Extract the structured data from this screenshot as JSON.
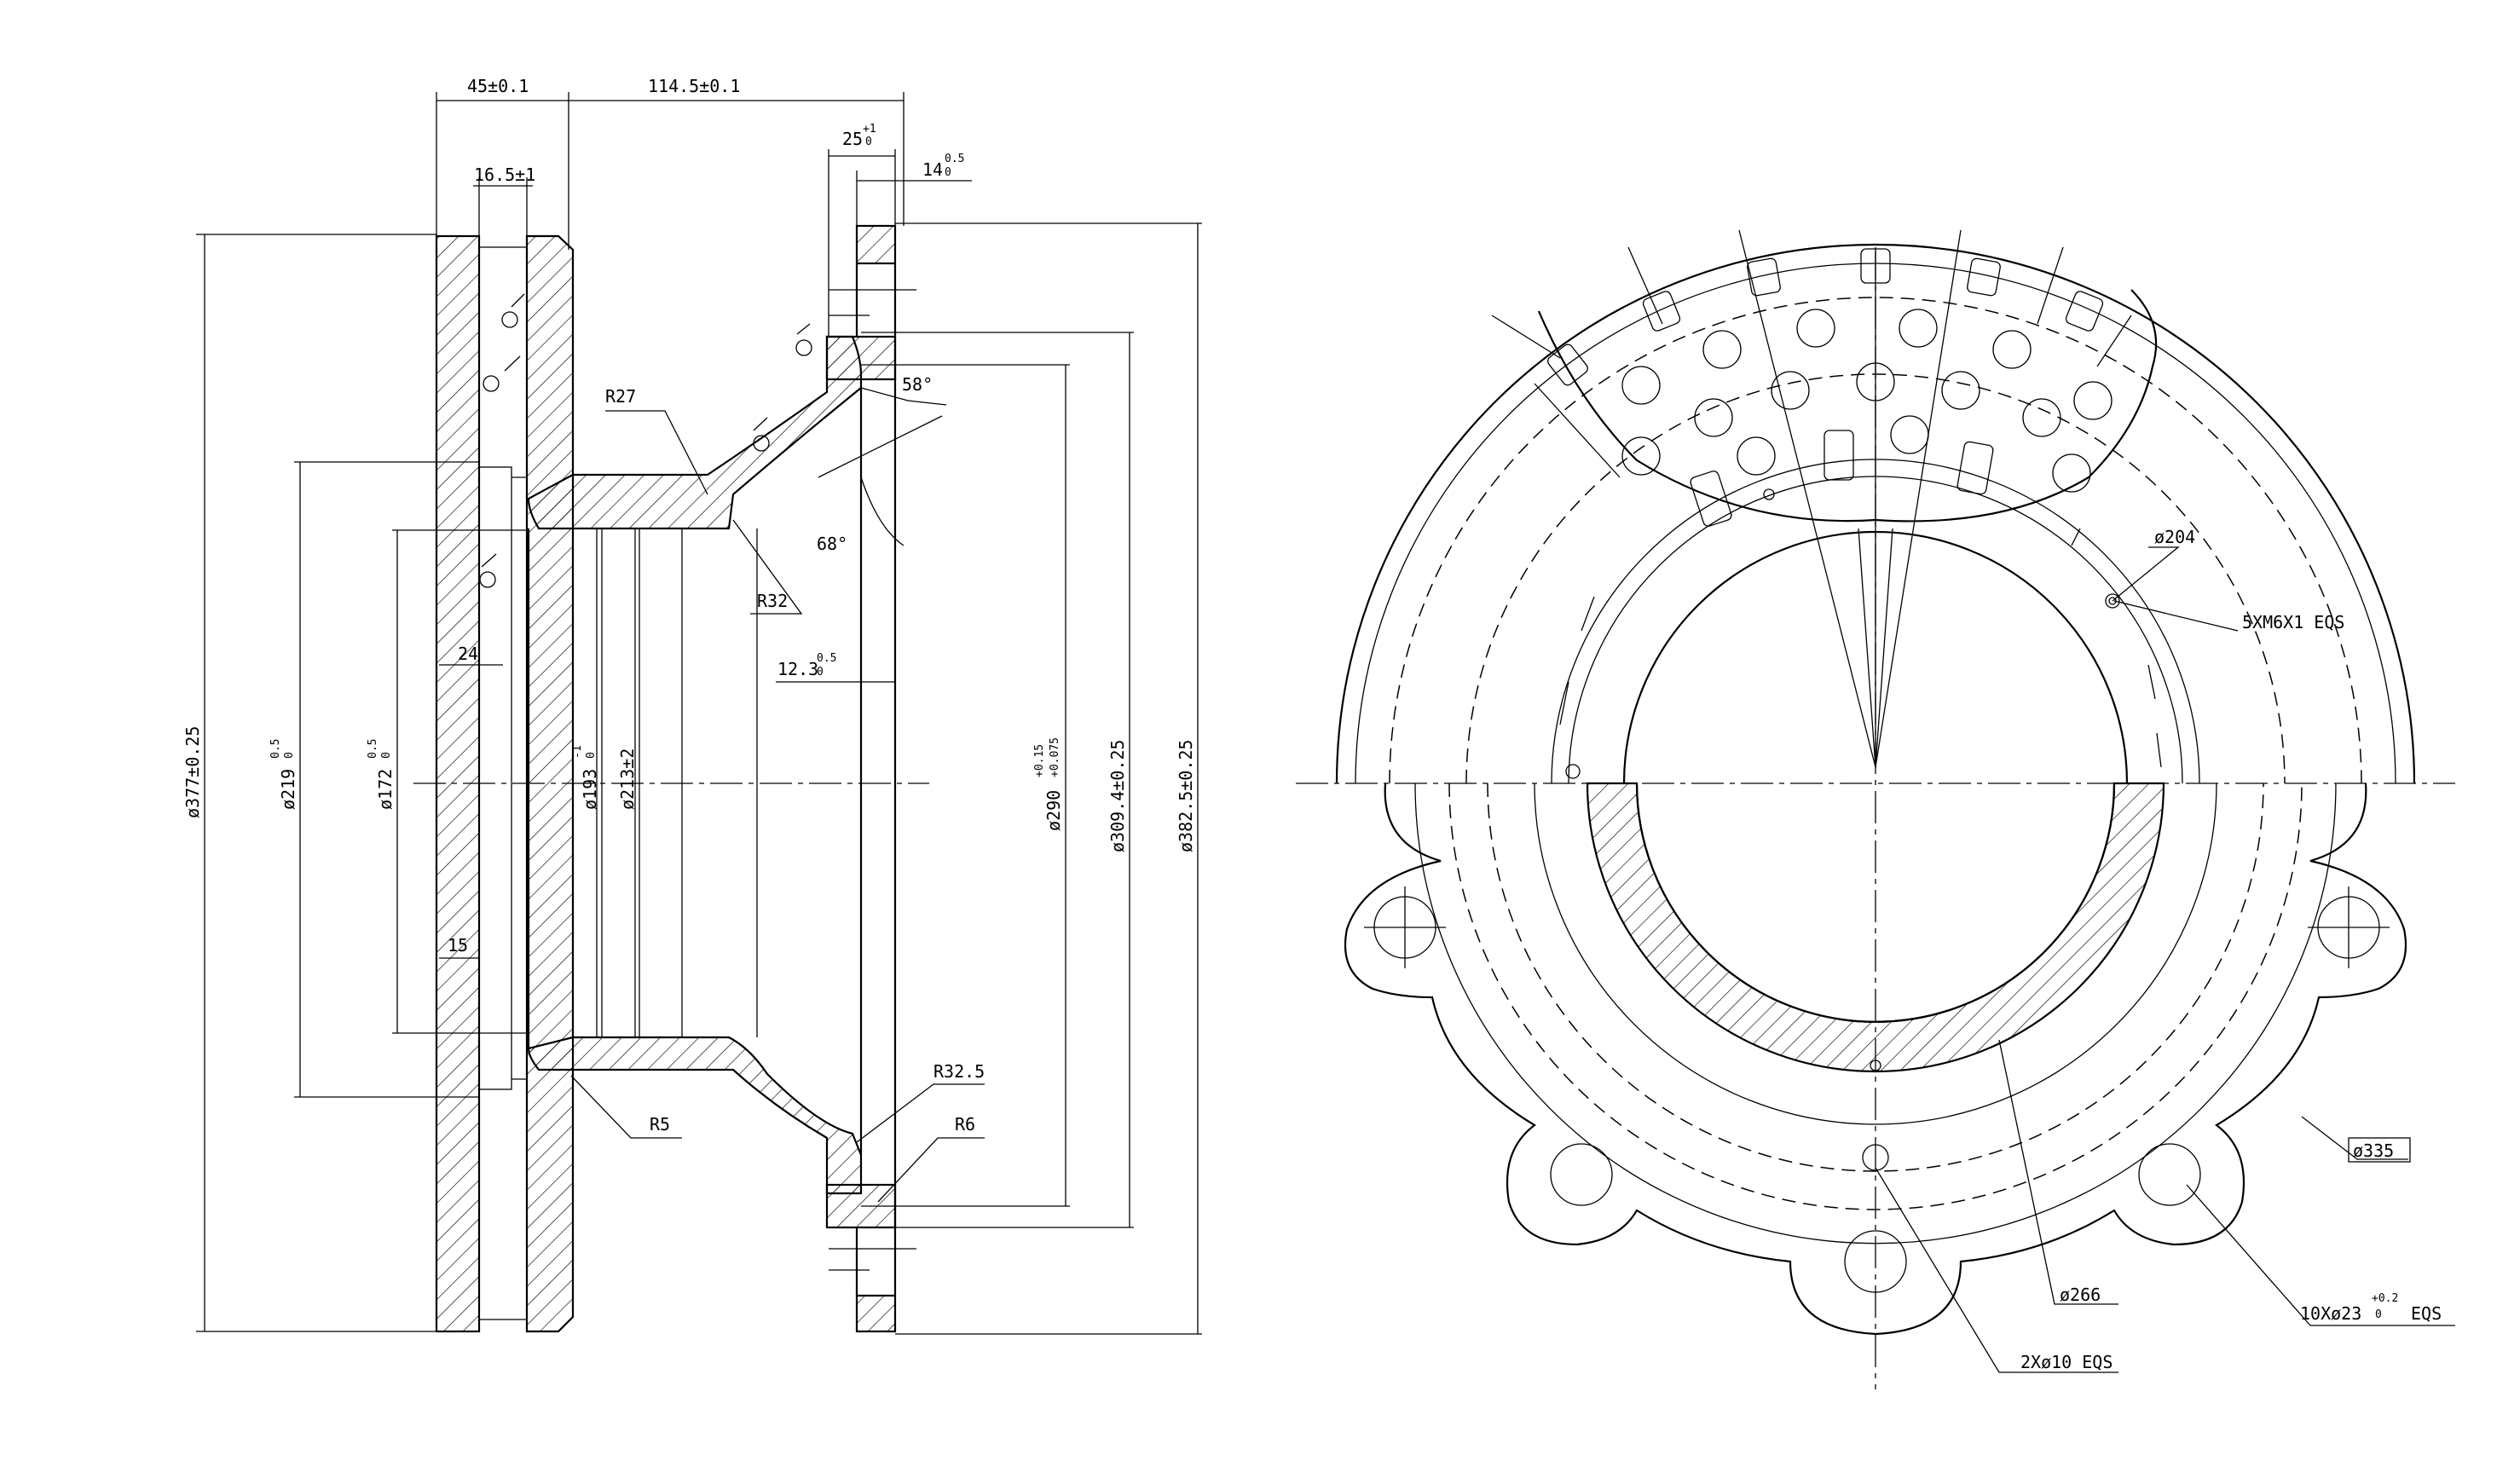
{
  "section_view": {
    "dims": {
      "d45": "45±0.1",
      "d1145": "114.5±0.1",
      "d165": "16.5±1",
      "d25": "25",
      "d25_tol": "+1",
      "d25_tol2": "0",
      "d14": "14",
      "d14_tol": "0.5",
      "d14_tol2": "0",
      "r27": "R27",
      "a58": "58°",
      "a68": "68°",
      "r32": "R32",
      "d24": "24",
      "d123": "12.3",
      "d123_tol": "0.5",
      "d123_tol2": "0",
      "d15": "15",
      "r325": "R32.5",
      "r6": "R6",
      "r5": "R5",
      "dia377": "ø377±0.25",
      "dia219": "ø219",
      "dia219_tol": "0.5",
      "dia219_tol2": "0",
      "dia172": "ø172",
      "dia172_tol": "0.5",
      "dia172_tol2": "0",
      "dia193": "ø193",
      "dia193_tol": "-1",
      "dia193_tol2": "0",
      "dia213": "ø213±2",
      "dia290": "ø290",
      "dia290_tol": "+0.15",
      "dia290_tol2": "+0.075",
      "dia3094": "ø309.4±0.25",
      "dia3825": "ø382.5±0.25"
    }
  },
  "front_view": {
    "dims": {
      "dia204": "ø204",
      "m6": "5XM6X1 EQS",
      "dia335": "ø335",
      "dia266": "ø266",
      "holes23": "10Xø23",
      "holes23_tol": "+0.2",
      "holes23_tol2": "0",
      "holes23_suffix": "EQS",
      "holes10": "2Xø10 EQS"
    }
  }
}
